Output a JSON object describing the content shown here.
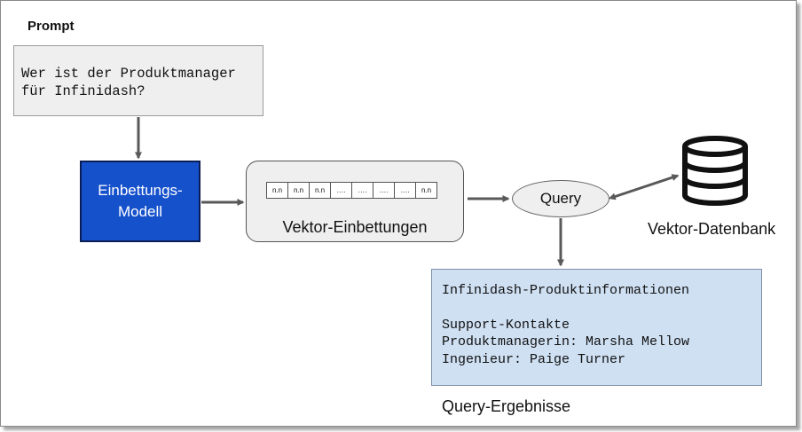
{
  "prompt": {
    "title": "Prompt",
    "lines": [
      "Wer ist der Produktmanager",
      "für Infinidash?"
    ]
  },
  "embedding_model": {
    "lines": [
      "Einbettungs-",
      "Modell"
    ]
  },
  "vector_embeddings": {
    "cells": [
      "n.n",
      "n.n",
      "n.n",
      "….",
      "….",
      "….",
      "….",
      "n.n"
    ],
    "label": "Vektor-Einbettungen"
  },
  "query": {
    "label": "Query"
  },
  "vector_db": {
    "label": "Vektor-Datenbank",
    "icon": "database-icon"
  },
  "results": {
    "title": "Infinidash-Produktinformationen",
    "lines": [
      "Support-Kontakte",
      "Produktmanagerin: Marsha Mellow",
      "Ingenieur: Paige Turner"
    ],
    "label": "Query-Ergebnisse"
  },
  "colors": {
    "embedding_fill": "#1651cc",
    "box_fill": "#efefef",
    "result_fill": "#cfe0f3",
    "arrow": "#595959"
  }
}
